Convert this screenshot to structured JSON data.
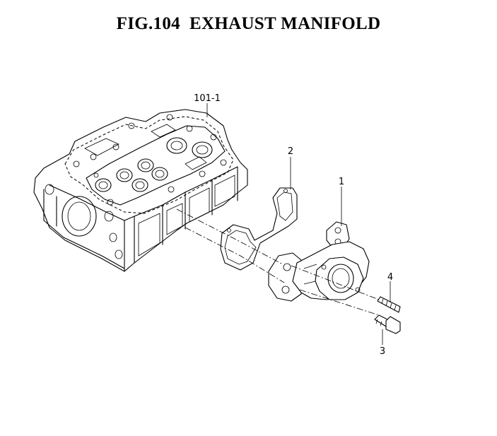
{
  "figure": {
    "title": "FIG.104  EXHAUST MANIFOLD"
  },
  "callouts": {
    "cylinder_head": "101-1",
    "gasket": "2",
    "manifold": "1",
    "stud": "4",
    "bolt": "3"
  }
}
